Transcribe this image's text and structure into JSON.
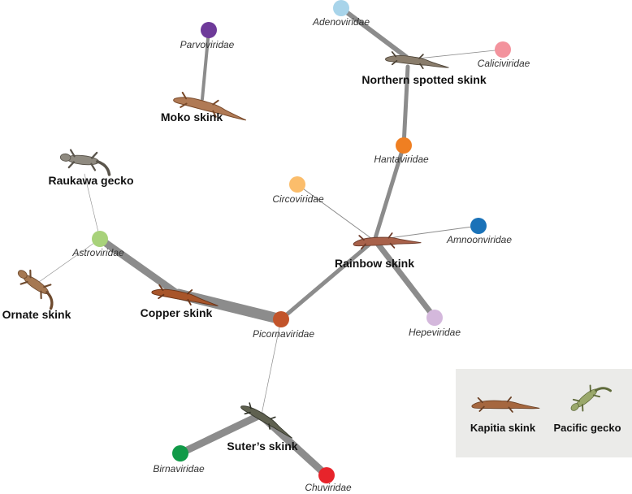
{
  "hosts": {
    "moko": "Moko skink",
    "northern_spotted": "Northern spotted skink",
    "raukawa": "Raukawa gecko",
    "ornate": "Ornate skink",
    "copper": "Copper skink",
    "rainbow": "Rainbow skink",
    "suters": "Suter’s skink"
  },
  "viruses": {
    "parvoviridae": {
      "label": "Parvoviridae",
      "color": "#6e3a99"
    },
    "adenoviridae": {
      "label": "Adenoviridae",
      "color": "#a8d4ea"
    },
    "caliciviridae": {
      "label": "Caliciviridae",
      "color": "#f3939d"
    },
    "hantaviridae": {
      "label": "Hantaviridae",
      "color": "#ef7f22"
    },
    "circoviridae": {
      "label": "Circoviridae",
      "color": "#fbbd6b"
    },
    "amnoonviridae": {
      "label": "Amnoonviridae",
      "color": "#1a72b8"
    },
    "astroviridae": {
      "label": "Astroviridae",
      "color": "#a8d27a"
    },
    "picornaviridae": {
      "label": "Picornaviridae",
      "color": "#c2542a"
    },
    "hepeviridae": {
      "label": "Hepeviridae",
      "color": "#d4b8dc"
    },
    "birnaviridae": {
      "label": "Birnaviridae",
      "color": "#119a48"
    },
    "chuviridae": {
      "label": "Chuviridae",
      "color": "#e7242b"
    }
  },
  "legend": {
    "kapitia": "Kapitia skink",
    "pacific": "Pacific gecko",
    "background": "#ebebe9"
  },
  "colors": {
    "edge": "#8c8c8c",
    "skink_body": "#a5673f",
    "gecko_body": "#8f8a80"
  }
}
